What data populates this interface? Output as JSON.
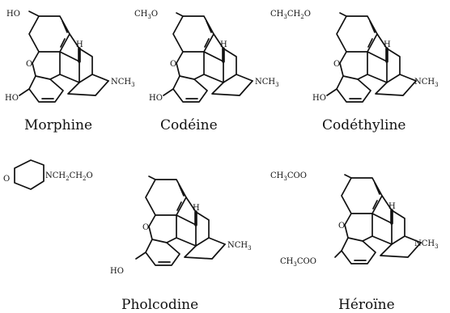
{
  "molecules": [
    {
      "name": "Morphine",
      "labels": {
        "top": "HO",
        "O": "O",
        "H": "H",
        "N": "NCH",
        "N_sub": "3",
        "bottom": "HO"
      }
    },
    {
      "name": "Codéine",
      "labels": {
        "top": "CH",
        "top_sub": "3",
        "top_tail": "O",
        "O": "O",
        "H": "H",
        "N": "NCH",
        "N_sub": "3",
        "bottom": "HO"
      }
    },
    {
      "name": "Codéthyline",
      "labels": {
        "top": "CH",
        "top_sub": "3",
        "top_mid": "CH",
        "top_sub2": "2",
        "top_tail": "O",
        "O": "O",
        "H": "H",
        "N": "NCH",
        "N_sub": "3",
        "bottom": "HO"
      }
    },
    {
      "name": "Pholcodine",
      "labels": {
        "ring_O": "O",
        "ring_N": "N",
        "chain": "CH",
        "chain_sub": "2",
        "chain_mid": "CH",
        "chain_sub2": "2",
        "chain_tail": "O",
        "O": "O",
        "H": "H",
        "N": "NCH",
        "N_sub": "3",
        "bottom": "HO"
      }
    },
    {
      "name": "Héroïne",
      "labels": {
        "top": "CH",
        "top_sub": "3",
        "top_tail": "COO",
        "O": "O",
        "H": "H",
        "N": "NCH",
        "N_sub": "3",
        "bottom": "CH",
        "bottom_sub": "3",
        "bottom_tail": "COO"
      }
    }
  ]
}
